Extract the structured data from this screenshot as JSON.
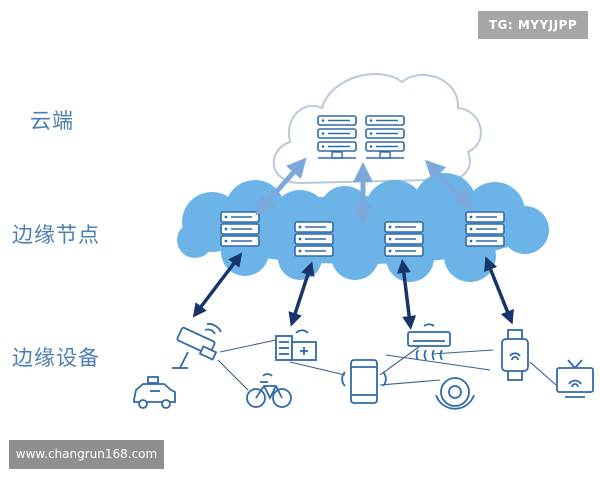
{
  "labels": {
    "cloud": "云端",
    "edge_nodes": "边缘节点",
    "edge_devices": "边缘设备"
  },
  "watermark": {
    "tg": "TG: MYYJJPP",
    "site": "www.changrun168.com"
  },
  "colors": {
    "cloud_outline": "#b9c9dc",
    "edge_cloud_fill": "#6cb4e8",
    "server_color": "#2f6aa8",
    "arrow_dark": "#17356b",
    "arrow_light": "#7aa9da",
    "line": "#3a5f8e"
  }
}
